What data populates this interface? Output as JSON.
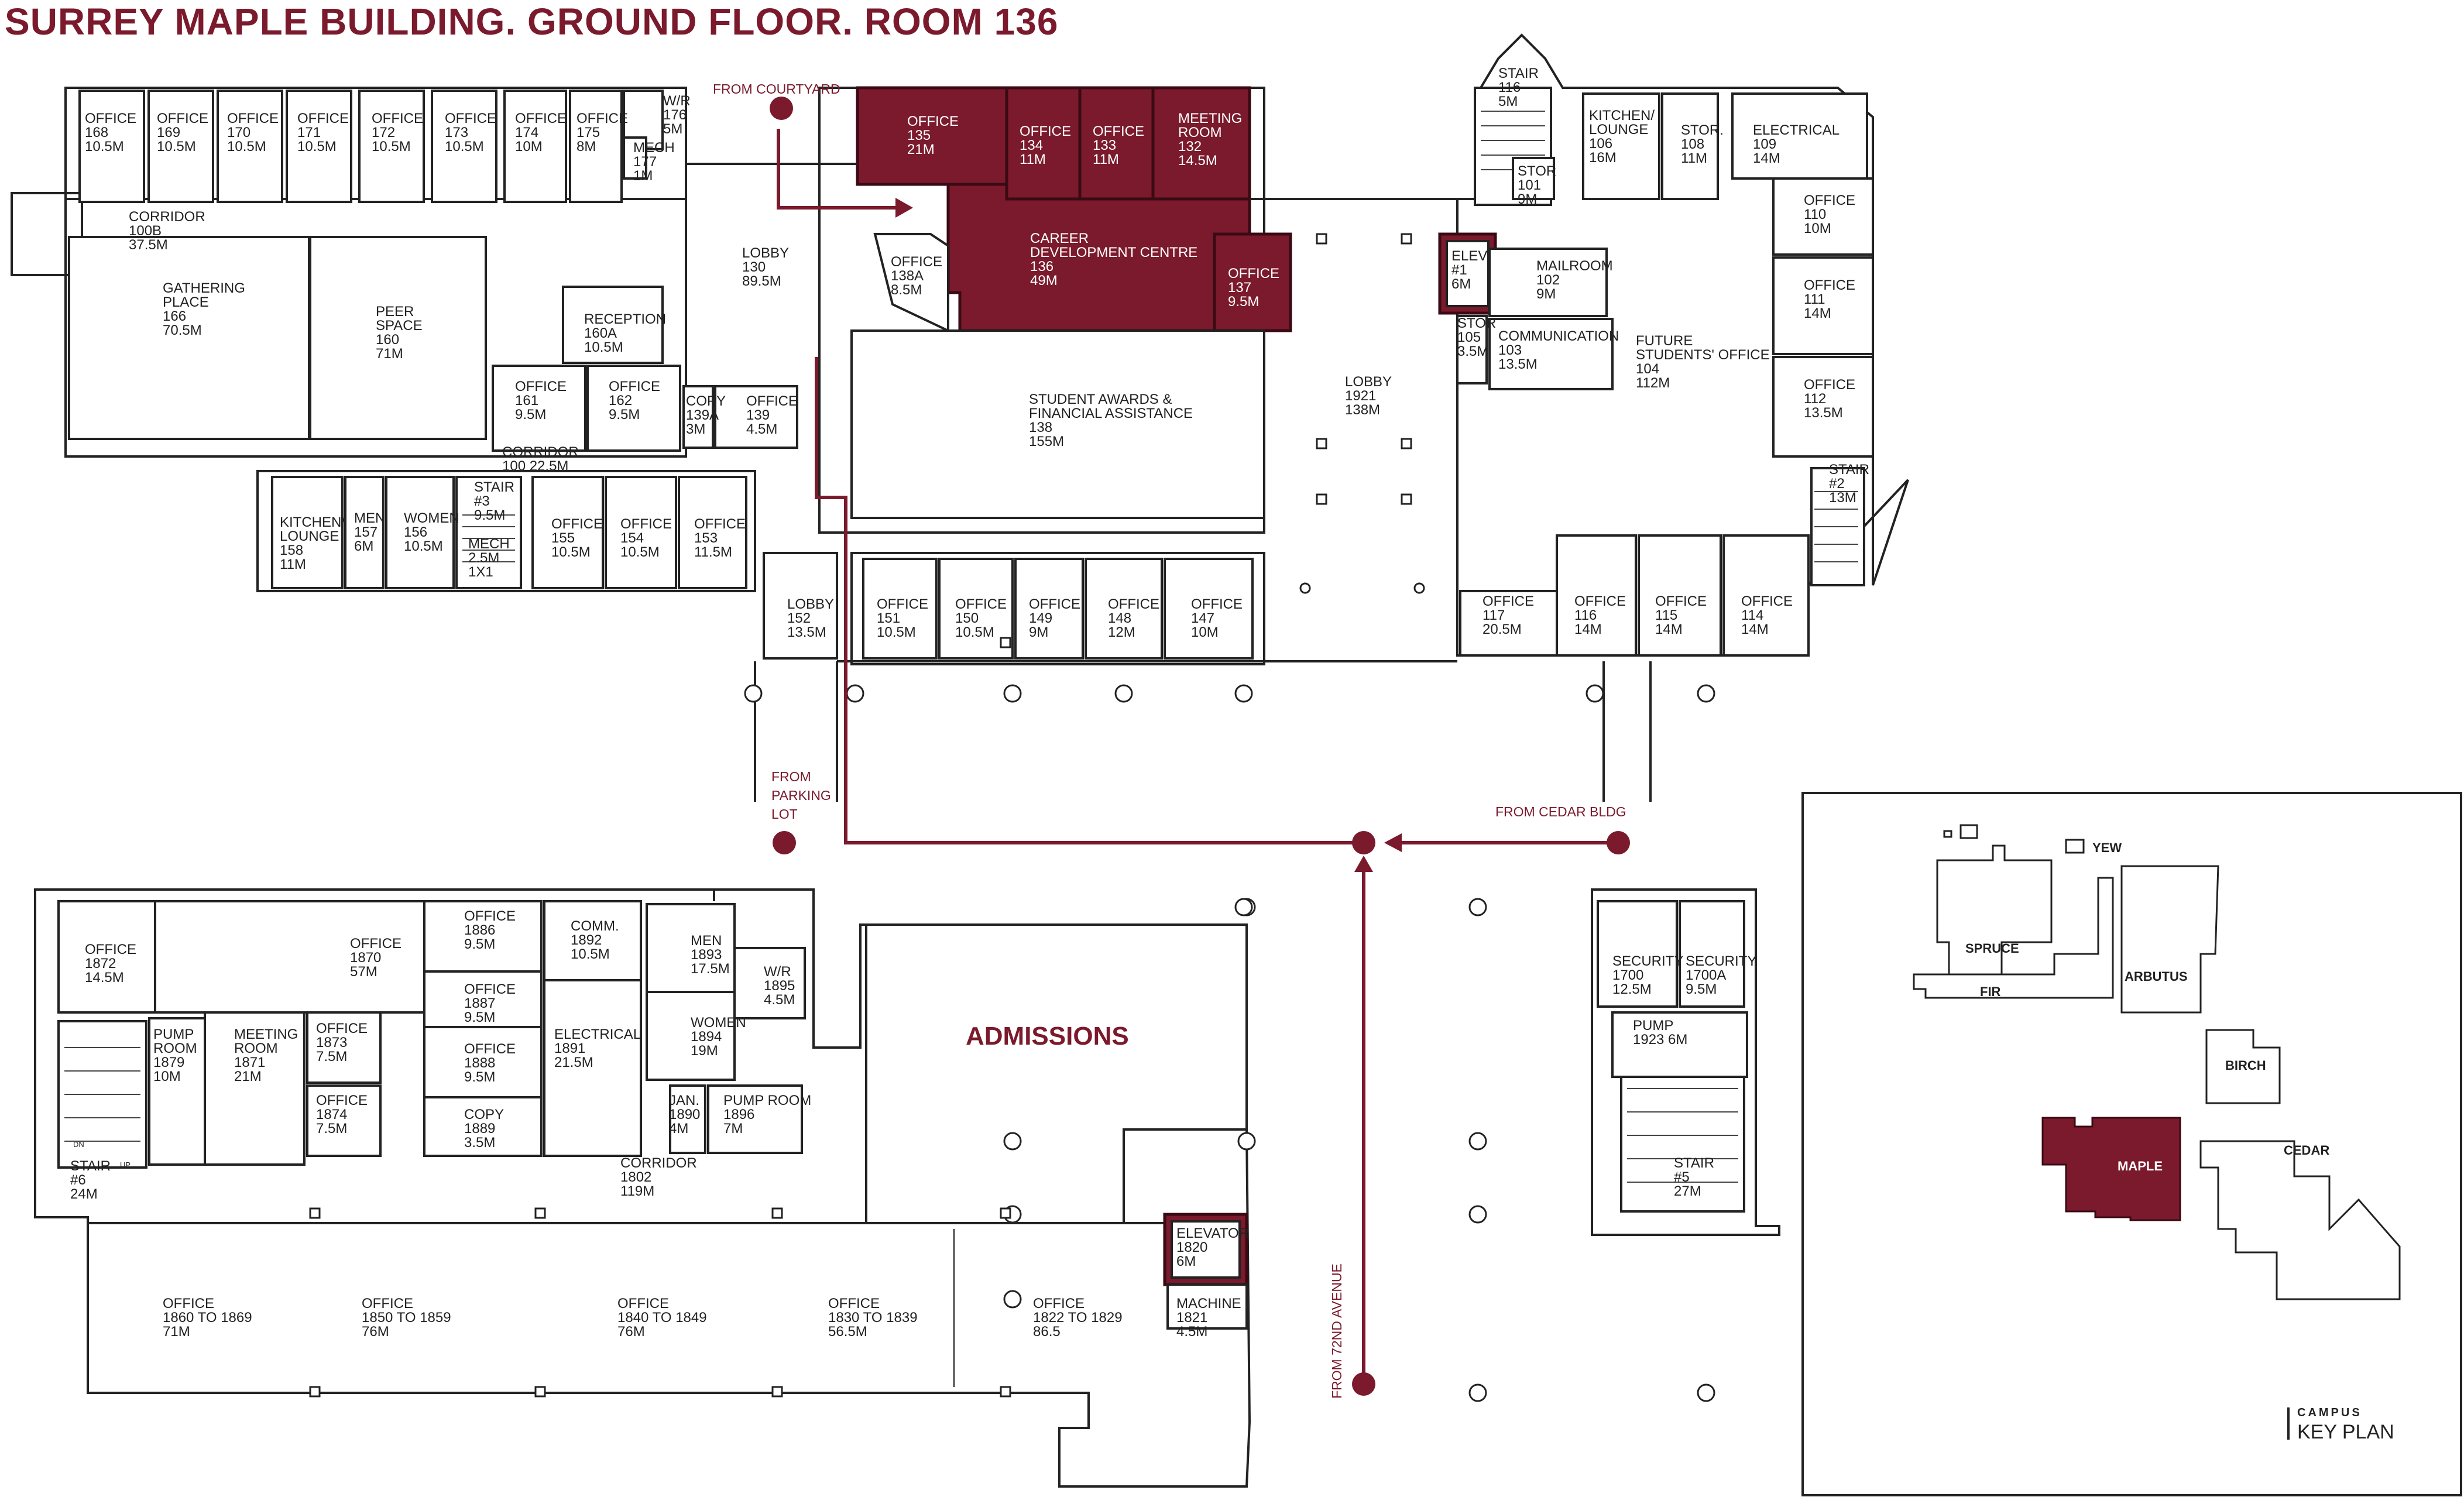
{
  "title": "SURREY MAPLE BUILDING. GROUND FLOOR. ROOM 136",
  "colors": {
    "accent": "#7a1a2c",
    "wall": "#222222",
    "background": "#ffffff"
  },
  "rooms": [
    {
      "id": "r168",
      "lines": [
        "OFFICE",
        "168",
        "10.5M"
      ]
    },
    {
      "id": "r169",
      "lines": [
        "OFFICE",
        "169",
        "10.5M"
      ]
    },
    {
      "id": "r170",
      "lines": [
        "OFFICE",
        "170",
        "10.5M"
      ]
    },
    {
      "id": "r171",
      "lines": [
        "OFFICE",
        "171",
        "10.5M"
      ]
    },
    {
      "id": "r172",
      "lines": [
        "OFFICE",
        "172",
        "10.5M"
      ]
    },
    {
      "id": "r173",
      "lines": [
        "OFFICE",
        "173",
        "10.5M"
      ]
    },
    {
      "id": "r174",
      "lines": [
        "OFFICE",
        "174",
        "10M"
      ]
    },
    {
      "id": "r175",
      "lines": [
        "OFFICE",
        "175",
        "8M"
      ]
    },
    {
      "id": "r176",
      "lines": [
        "W/R",
        "176",
        "5M"
      ]
    },
    {
      "id": "r177",
      "lines": [
        "MECH",
        "177",
        "1M"
      ]
    },
    {
      "id": "r135",
      "lines": [
        "OFFICE",
        "135",
        "21M"
      ],
      "highlight": true
    },
    {
      "id": "r134",
      "lines": [
        "OFFICE",
        "134",
        "11M"
      ],
      "highlight": true
    },
    {
      "id": "r133",
      "lines": [
        "OFFICE",
        "133",
        "11M"
      ],
      "highlight": true
    },
    {
      "id": "r132",
      "lines": [
        "MEETING",
        "ROOM",
        "132",
        "14.5M"
      ],
      "highlight": true
    },
    {
      "id": "r136",
      "lines": [
        "CAREER",
        "DEVELOPMENT CENTRE",
        "136",
        "49M"
      ],
      "highlight": true
    },
    {
      "id": "r137",
      "lines": [
        "OFFICE",
        "137",
        "9.5M"
      ],
      "highlight": true
    },
    {
      "id": "r138a",
      "lines": [
        "OFFICE",
        "138A",
        "8.5M"
      ]
    },
    {
      "id": "r100b",
      "lines": [
        "CORRIDOR",
        "100B",
        "37.5M"
      ]
    },
    {
      "id": "r166",
      "lines": [
        "GATHERING",
        "PLACE",
        "166",
        "70.5M"
      ]
    },
    {
      "id": "r160",
      "lines": [
        "PEER",
        "SPACE",
        "160",
        "71M"
      ]
    },
    {
      "id": "r160a",
      "lines": [
        "RECEPTION",
        "160A",
        "10.5M"
      ]
    },
    {
      "id": "r130",
      "lines": [
        "LOBBY",
        "130",
        "89.5M"
      ]
    },
    {
      "id": "r161",
      "lines": [
        "OFFICE",
        "161",
        "9.5M"
      ]
    },
    {
      "id": "r162",
      "lines": [
        "OFFICE",
        "162",
        "9.5M"
      ]
    },
    {
      "id": "r139a",
      "lines": [
        "COPY",
        "139A",
        "3M"
      ]
    },
    {
      "id": "r139",
      "lines": [
        "OFFICE",
        "139",
        "4.5M"
      ]
    },
    {
      "id": "r100",
      "lines": [
        "CORRIDOR",
        "100  22.5M"
      ]
    },
    {
      "id": "r138",
      "lines": [
        "STUDENT AWARDS &",
        "FINANCIAL ASSISTANCE",
        "138",
        "155M"
      ]
    },
    {
      "id": "r1921",
      "lines": [
        "LOBBY",
        "1921",
        "138M"
      ]
    },
    {
      "id": "r158",
      "lines": [
        "KITCHEN/",
        "LOUNGE",
        "158",
        "11M"
      ]
    },
    {
      "id": "r157",
      "lines": [
        "MEN",
        "157",
        "6M"
      ]
    },
    {
      "id": "r156",
      "lines": [
        "WOMEN",
        "156",
        "10.5M"
      ]
    },
    {
      "id": "rst3",
      "lines": [
        "STAIR",
        "#3",
        "9.5M"
      ]
    },
    {
      "id": "rmech",
      "lines": [
        "MECH",
        "2.5M",
        "1X1"
      ]
    },
    {
      "id": "r155",
      "lines": [
        "OFFICE",
        "155",
        "10.5M"
      ]
    },
    {
      "id": "r154",
      "lines": [
        "OFFICE",
        "154",
        "10.5M"
      ]
    },
    {
      "id": "r153",
      "lines": [
        "OFFICE",
        "153",
        "11.5M"
      ]
    },
    {
      "id": "r152",
      "lines": [
        "LOBBY",
        "152",
        "13.5M"
      ]
    },
    {
      "id": "r151",
      "lines": [
        "OFFICE",
        "151",
        "10.5M"
      ]
    },
    {
      "id": "r150",
      "lines": [
        "OFFICE",
        "150",
        "10.5M"
      ]
    },
    {
      "id": "r149",
      "lines": [
        "OFFICE",
        "149",
        "9M"
      ]
    },
    {
      "id": "r148",
      "lines": [
        "OFFICE",
        "148",
        "12M"
      ]
    },
    {
      "id": "r147",
      "lines": [
        "OFFICE",
        "147",
        "10M"
      ]
    },
    {
      "id": "rst1",
      "lines": [
        "STAIR",
        "116",
        "5M"
      ]
    },
    {
      "id": "r106",
      "lines": [
        "KITCHEN/",
        "LOUNGE",
        "106",
        "16M"
      ]
    },
    {
      "id": "r108",
      "lines": [
        "STOR.",
        "108",
        "11M"
      ]
    },
    {
      "id": "r109",
      "lines": [
        "ELECTRICAL",
        "109",
        "14M"
      ]
    },
    {
      "id": "r101",
      "lines": [
        "STOR",
        "101",
        "9M"
      ]
    },
    {
      "id": "r110",
      "lines": [
        "OFFICE",
        "110",
        "10M"
      ]
    },
    {
      "id": "relev1",
      "lines": [
        "ELEV.",
        "#1",
        "6M"
      ]
    },
    {
      "id": "r102",
      "lines": [
        "MAILROOM",
        "102",
        "9M"
      ]
    },
    {
      "id": "r105",
      "lines": [
        "STOR",
        "105",
        "3.5M"
      ]
    },
    {
      "id": "r103",
      "lines": [
        "COMMUNICATION",
        "103",
        "13.5M"
      ]
    },
    {
      "id": "r104",
      "lines": [
        "FUTURE",
        "STUDENTS' OFFICE",
        "104",
        "112M"
      ]
    },
    {
      "id": "r111",
      "lines": [
        "OFFICE",
        "111",
        "14M"
      ]
    },
    {
      "id": "r112",
      "lines": [
        "OFFICE",
        "112",
        "13.5M"
      ]
    },
    {
      "id": "rst2",
      "lines": [
        "STAIR",
        "#2",
        "13M"
      ]
    },
    {
      "id": "r117",
      "lines": [
        "OFFICE",
        "117",
        "20.5M"
      ]
    },
    {
      "id": "r116",
      "lines": [
        "OFFICE",
        "116",
        "14M"
      ]
    },
    {
      "id": "r115",
      "lines": [
        "OFFICE",
        "115",
        "14M"
      ]
    },
    {
      "id": "r114",
      "lines": [
        "OFFICE",
        "114",
        "14M"
      ]
    },
    {
      "id": "r1872",
      "lines": [
        "OFFICE",
        "1872",
        "14.5M"
      ]
    },
    {
      "id": "r1870",
      "lines": [
        "OFFICE",
        "1870",
        "57M"
      ]
    },
    {
      "id": "r1886",
      "lines": [
        "OFFICE",
        "1886",
        "9.5M"
      ]
    },
    {
      "id": "r1887",
      "lines": [
        "OFFICE",
        "1887",
        "9.5M"
      ]
    },
    {
      "id": "r1888",
      "lines": [
        "OFFICE",
        "1888",
        "9.5M"
      ]
    },
    {
      "id": "r1889",
      "lines": [
        "COPY",
        "1889",
        "3.5M"
      ]
    },
    {
      "id": "r1892",
      "lines": [
        "COMM.",
        "1892",
        "10.5M"
      ]
    },
    {
      "id": "r1891",
      "lines": [
        "ELECTRICAL",
        "1891",
        "21.5M"
      ]
    },
    {
      "id": "r1893",
      "lines": [
        "MEN",
        "1893",
        "17.5M"
      ]
    },
    {
      "id": "r1895",
      "lines": [
        "W/R",
        "1895",
        "4.5M"
      ]
    },
    {
      "id": "r1894",
      "lines": [
        "WOMEN",
        "1894",
        "19M"
      ]
    },
    {
      "id": "r1890",
      "lines": [
        "JAN.",
        "1890",
        "4M"
      ]
    },
    {
      "id": "r1896",
      "lines": [
        "PUMP ROOM",
        "1896",
        "7M"
      ]
    },
    {
      "id": "r1879",
      "lines": [
        "PUMP",
        "ROOM",
        "1879",
        "10M"
      ]
    },
    {
      "id": "r1871",
      "lines": [
        "MEETING",
        "ROOM",
        "1871",
        "21M"
      ]
    },
    {
      "id": "r1873",
      "lines": [
        "OFFICE",
        "1873",
        "7.5M"
      ]
    },
    {
      "id": "r1874",
      "lines": [
        "OFFICE",
        "1874",
        "7.5M"
      ]
    },
    {
      "id": "r1802",
      "lines": [
        "CORRIDOR",
        "1802",
        "119M"
      ]
    },
    {
      "id": "rst6",
      "lines": [
        "STAIR",
        "#6",
        "24M"
      ]
    },
    {
      "id": "r1860",
      "lines": [
        "OFFICE",
        "1860  TO  1869",
        "71M"
      ]
    },
    {
      "id": "r1850",
      "lines": [
        "OFFICE",
        "1850  TO  1859",
        "76M"
      ]
    },
    {
      "id": "r1840",
      "lines": [
        "OFFICE",
        "1840  TO  1849",
        "76M"
      ]
    },
    {
      "id": "r1830",
      "lines": [
        "OFFICE",
        "1830  TO  1839",
        "56.5M"
      ]
    },
    {
      "id": "r1822",
      "lines": [
        "OFFICE",
        "1822  TO  1829",
        "86.5"
      ]
    },
    {
      "id": "r1820",
      "lines": [
        "ELEVATOR",
        "1820",
        "6M"
      ]
    },
    {
      "id": "r1821",
      "lines": [
        "MACHINE",
        "1821",
        "4.5M"
      ]
    },
    {
      "id": "r1700",
      "lines": [
        "SECURITY",
        "1700",
        "12.5M"
      ]
    },
    {
      "id": "r1700a",
      "lines": [
        "SECURITY",
        "1700A",
        "9.5M"
      ]
    },
    {
      "id": "r1923",
      "lines": [
        "PUMP",
        "1923   6M"
      ]
    },
    {
      "id": "rst5",
      "lines": [
        "STAIR",
        "#5",
        "27M"
      ]
    }
  ],
  "admissions_label": "ADMISSIONS",
  "entrances": {
    "courtyard": "FROM COURTYARD",
    "parking": [
      "FROM",
      "PARKING",
      "LOT"
    ],
    "cedar": "FROM CEDAR BLDG",
    "avenue": "FROM 72ND AVENUE"
  },
  "stair_marks": {
    "up": "UP",
    "dn": "DN"
  },
  "key_plan": {
    "heading1": "CAMPUS",
    "heading2": "KEY PLAN",
    "buildings": [
      {
        "name": "YEW"
      },
      {
        "name": "SPRUCE"
      },
      {
        "name": "FIR"
      },
      {
        "name": "ARBUTUS"
      },
      {
        "name": "BIRCH"
      },
      {
        "name": "CEDAR"
      },
      {
        "name": "MAPLE",
        "highlight": true
      }
    ]
  }
}
